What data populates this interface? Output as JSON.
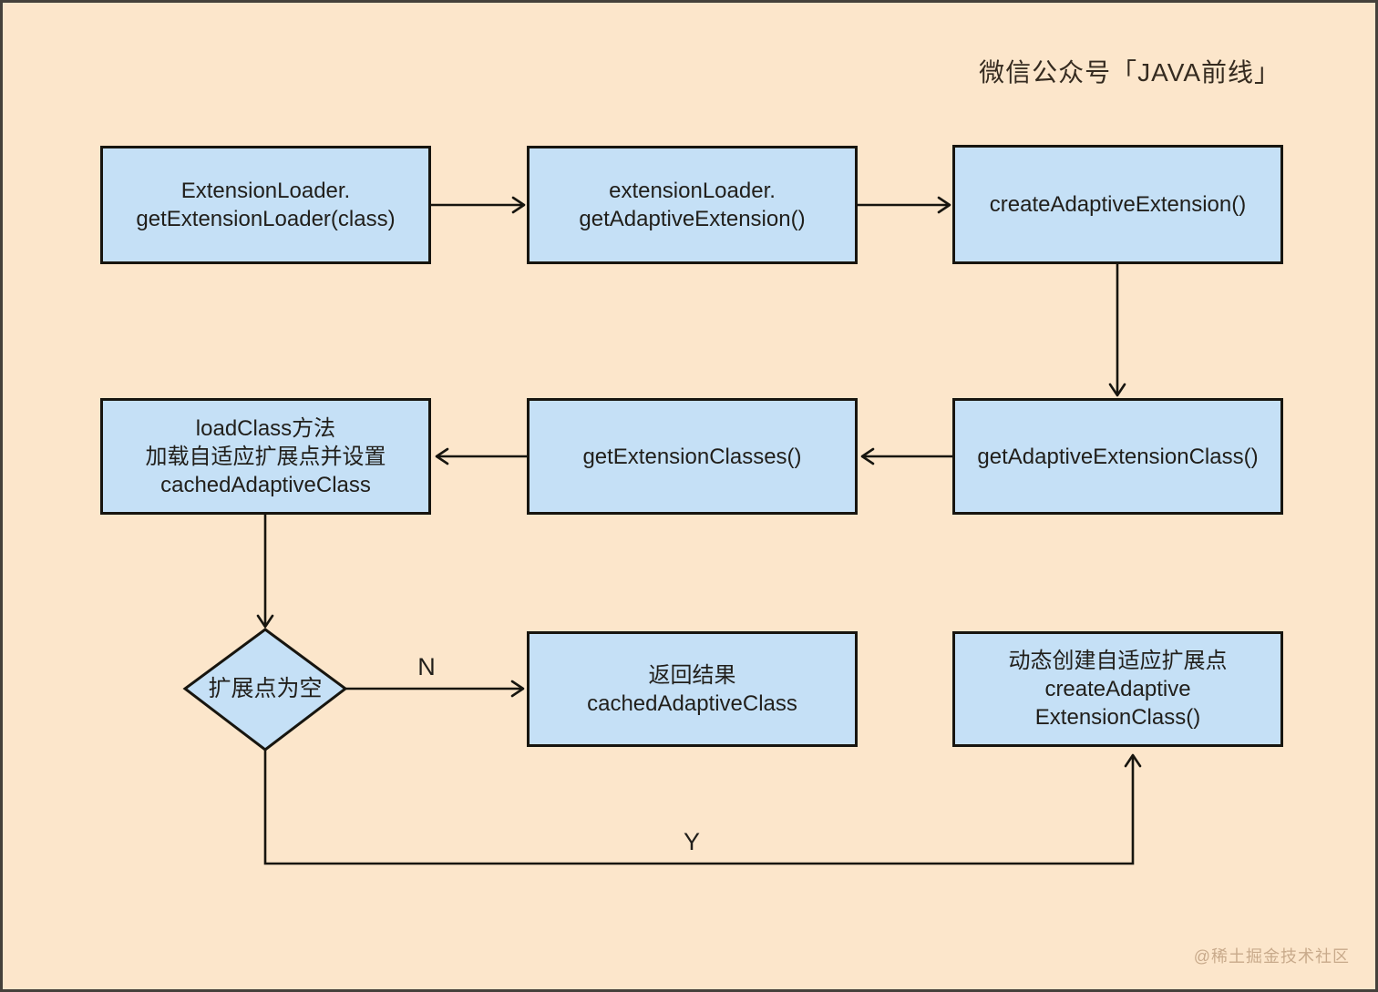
{
  "page": {
    "title": "微信公众号「JAVA前线」",
    "watermark": "@稀土掘金技术社区"
  },
  "colors": {
    "background": "#fce6cb",
    "node_fill": "#c5e0f6",
    "node_border": "#17150f",
    "line": "#17150f",
    "text": "#211f1b",
    "watermark": "#c0a080"
  },
  "flowchart": {
    "nodes": [
      {
        "id": "extension-loader",
        "type": "process",
        "text": "ExtensionLoader.\ngetExtensionLoader(class)"
      },
      {
        "id": "get-adaptive-extension",
        "type": "process",
        "text": "extensionLoader.\ngetAdaptiveExtension()"
      },
      {
        "id": "create-adaptive-extension",
        "type": "process",
        "text": "createAdaptiveExtension()"
      },
      {
        "id": "get-adaptive-extension-class",
        "type": "process",
        "text": "getAdaptiveExtensionClass()"
      },
      {
        "id": "get-extension-classes",
        "type": "process",
        "text": "getExtensionClasses()"
      },
      {
        "id": "load-class",
        "type": "process",
        "text": "loadClass方法\n加载自适应扩展点并设置\ncachedAdaptiveClass"
      },
      {
        "id": "extension-empty-check",
        "type": "decision",
        "text": "扩展点为空"
      },
      {
        "id": "return-result",
        "type": "process",
        "text": "返回结果\ncachedAdaptiveClass"
      },
      {
        "id": "dynamic-create",
        "type": "process",
        "text": "动态创建自适应扩展点\ncreateAdaptive\nExtensionClass()"
      }
    ],
    "edges": [
      {
        "from": "extension-loader",
        "to": "get-adaptive-extension",
        "label": ""
      },
      {
        "from": "get-adaptive-extension",
        "to": "create-adaptive-extension",
        "label": ""
      },
      {
        "from": "create-adaptive-extension",
        "to": "get-adaptive-extension-class",
        "label": ""
      },
      {
        "from": "get-adaptive-extension-class",
        "to": "get-extension-classes",
        "label": ""
      },
      {
        "from": "get-extension-classes",
        "to": "load-class",
        "label": ""
      },
      {
        "from": "load-class",
        "to": "extension-empty-check",
        "label": ""
      },
      {
        "from": "extension-empty-check",
        "to": "return-result",
        "label": "N"
      },
      {
        "from": "extension-empty-check",
        "to": "dynamic-create",
        "label": "Y"
      }
    ],
    "edge_labels": {
      "no": "N",
      "yes": "Y"
    }
  }
}
